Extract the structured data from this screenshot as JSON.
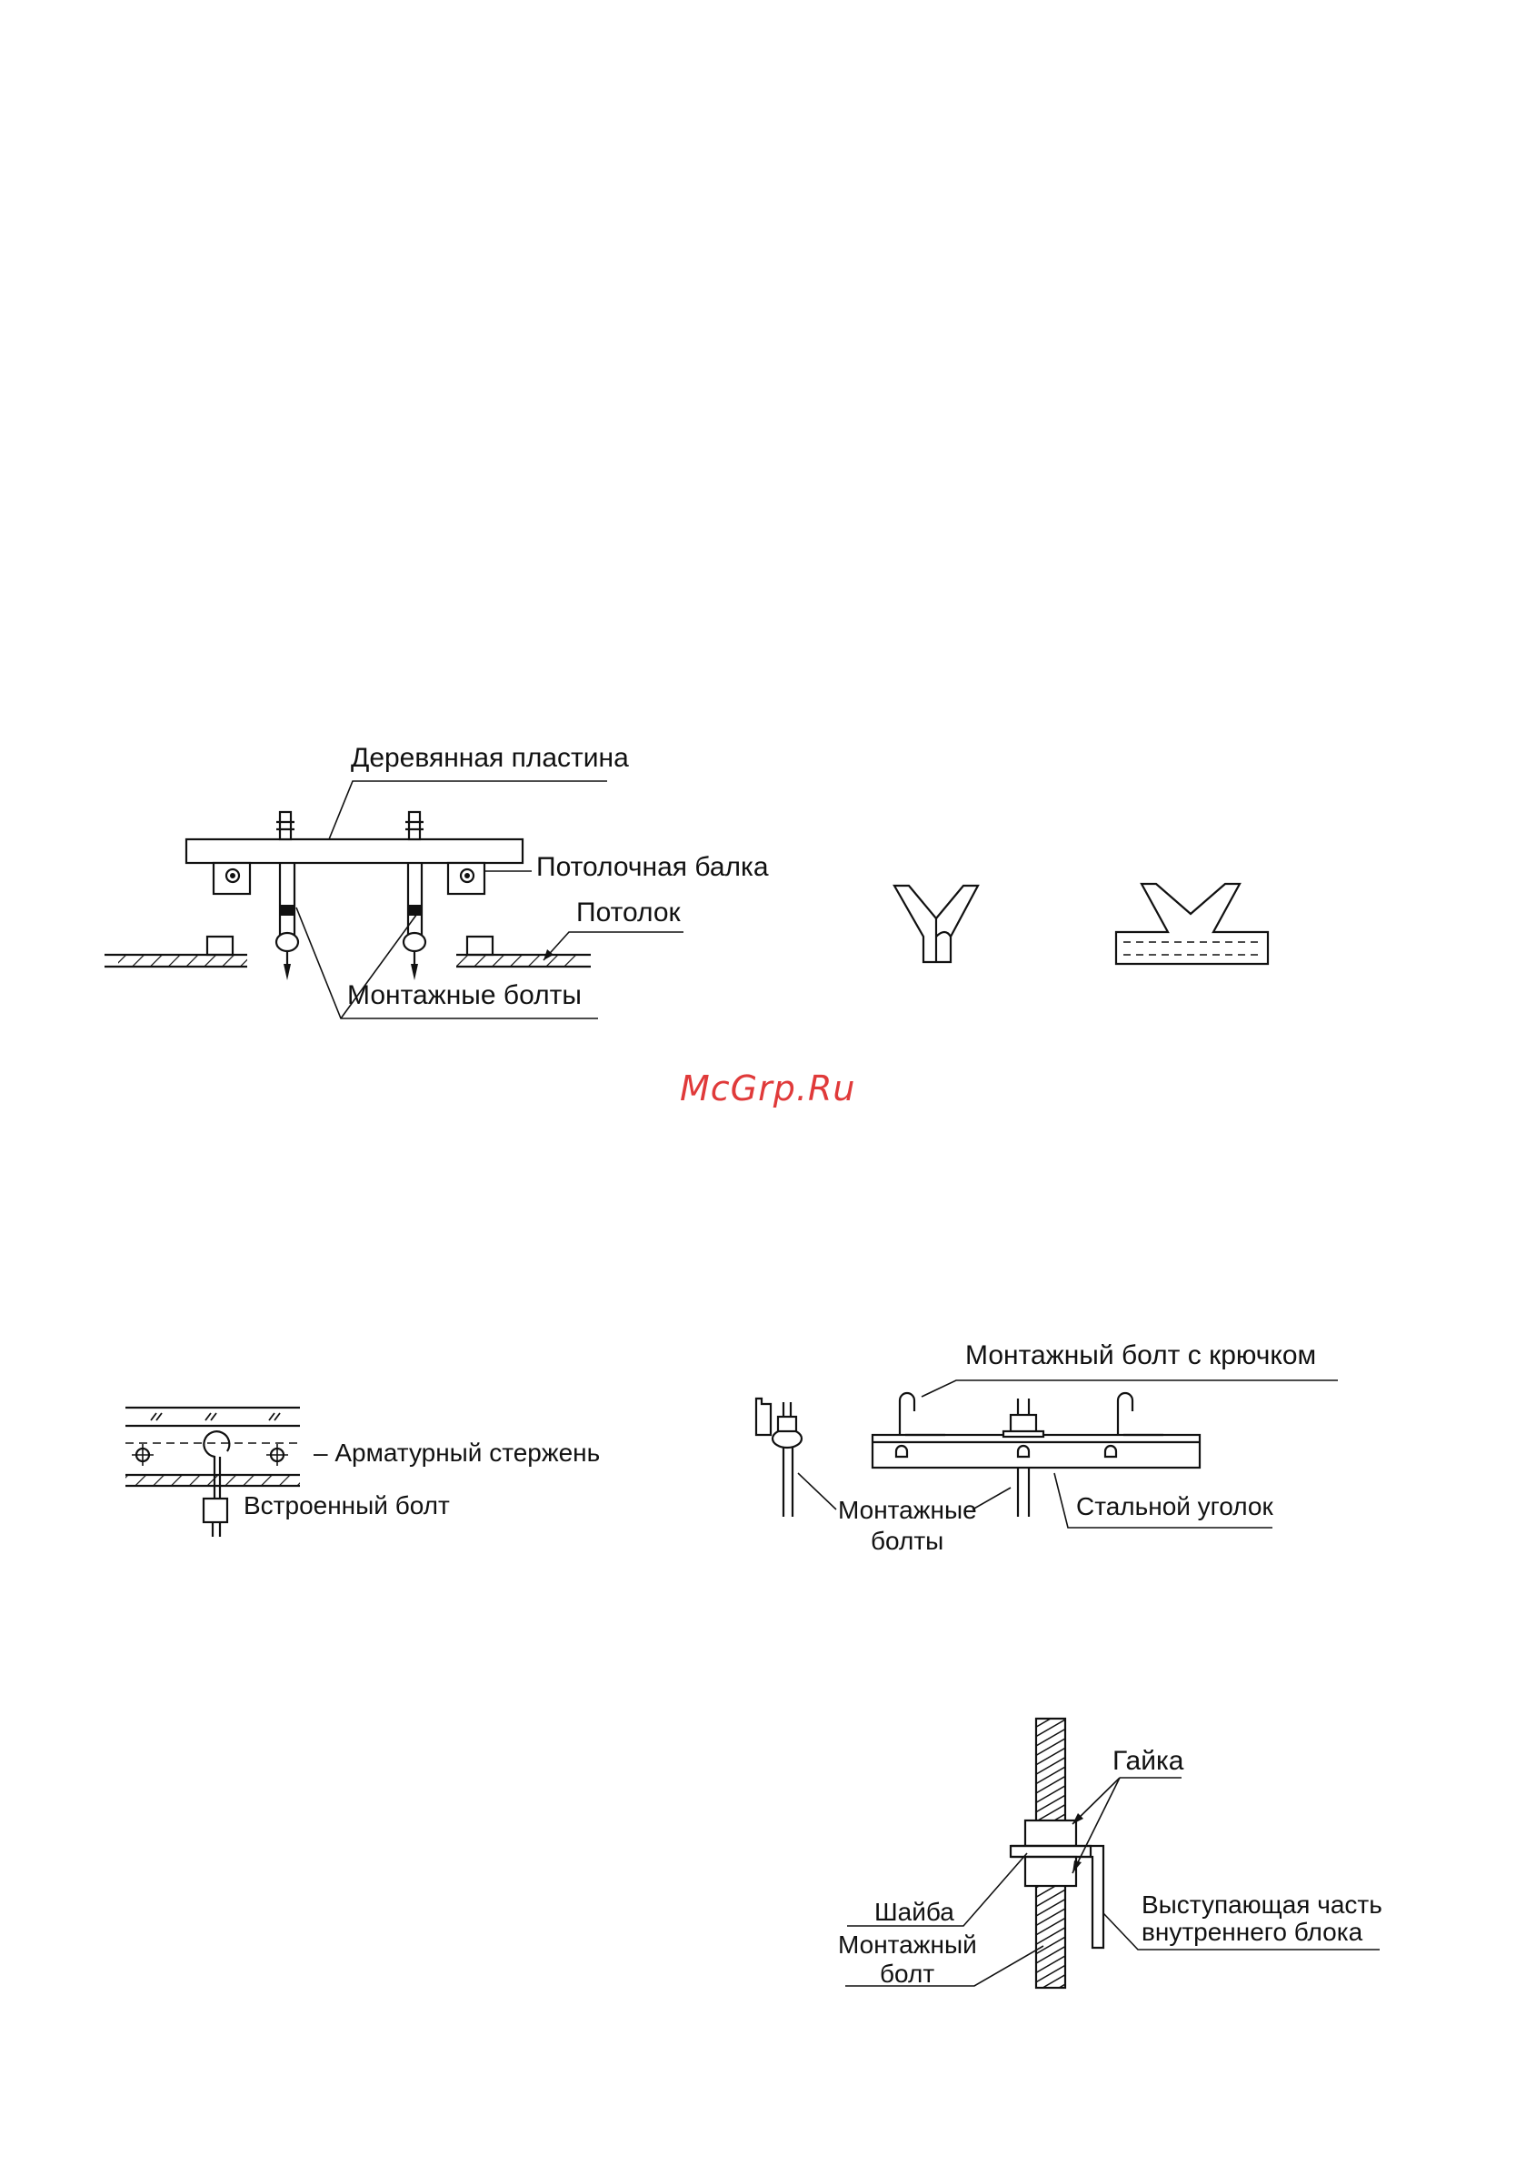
{
  "diagram1": {
    "wood_plate": "Деревянная пластина",
    "ceiling_beam": "Потолочная балка",
    "ceiling": "Потолок",
    "mount_bolts": "Монтажные болты"
  },
  "watermark": "McGrp.Ru",
  "diagram2": {
    "rebar": "– Арматурный стержень",
    "embedded_bolt": "Встроенный болт"
  },
  "diagram3": {
    "hook_bolt": "Монтажный болт с крючком",
    "mount_bolts_line1": "Монтажные",
    "mount_bolts_line2": "болты",
    "steel_angle": "Стальной уголок"
  },
  "diagram4": {
    "nut": "Гайка",
    "washer": "Шайба",
    "mount_bolt_line1": "Монтажный",
    "mount_bolt_line2": "болт",
    "protrusion_line1": "Выступающая часть",
    "protrusion_line2": "внутреннего блока"
  }
}
